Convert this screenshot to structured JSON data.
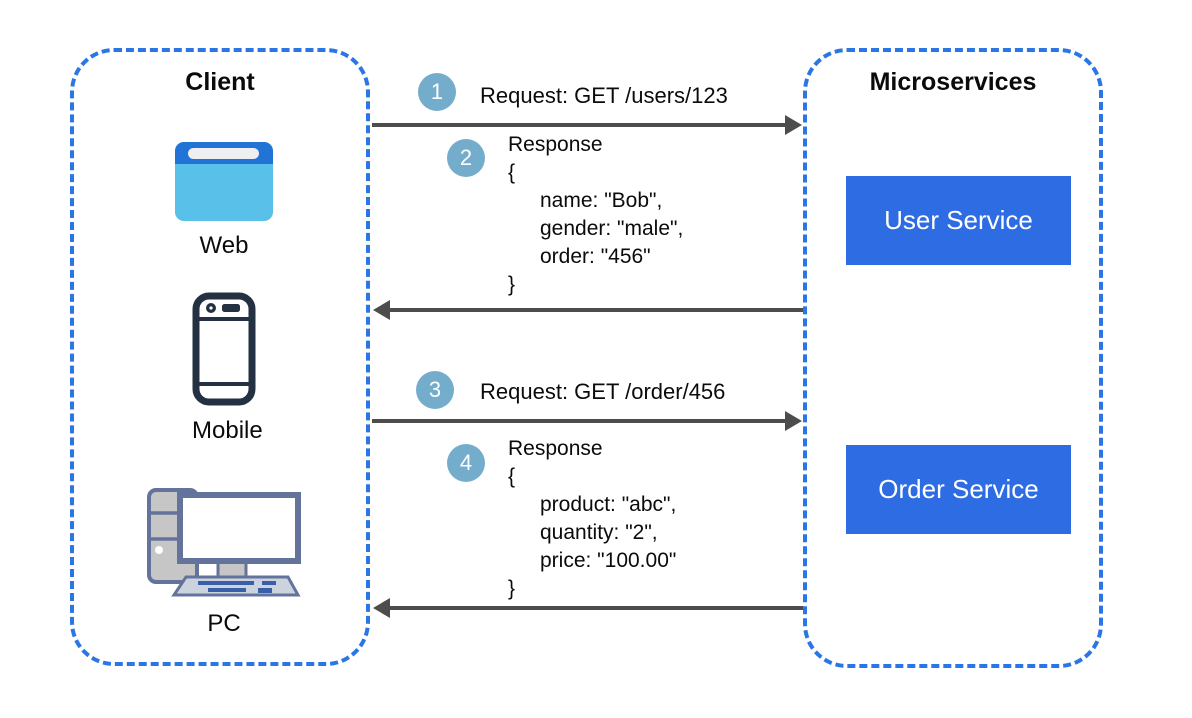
{
  "client": {
    "title": "Client",
    "items": [
      {
        "label": "Web",
        "icon": "browser-window-icon"
      },
      {
        "label": "Mobile",
        "icon": "smartphone-icon"
      },
      {
        "label": "PC",
        "icon": "desktop-computer-icon"
      }
    ]
  },
  "microservices": {
    "title": "Microservices",
    "services": [
      {
        "label": "User Service"
      },
      {
        "label": "Order Service"
      }
    ]
  },
  "flows": [
    {
      "step": "1",
      "direction": "right",
      "label": "Request: GET /users/123"
    },
    {
      "step": "2",
      "direction": "left",
      "lines": [
        "Response",
        "{",
        "name: \"Bob\",",
        "gender: \"male\",",
        "order: \"456\"",
        "}"
      ]
    },
    {
      "step": "3",
      "direction": "right",
      "label": "Request: GET /order/456"
    },
    {
      "step": "4",
      "direction": "left",
      "lines": [
        "Response",
        "{",
        "product: \"abc\",",
        "quantity: \"2\",",
        "price: \"100.00\"",
        "}"
      ]
    }
  ],
  "colors": {
    "border-blue": "#2b76e5",
    "service-blue": "#2e6ce3",
    "arrow-gray": "#4d4d4d",
    "step-teal": "#74accb",
    "text-black": "#0b0b0b",
    "service-text": "#ffffff"
  }
}
